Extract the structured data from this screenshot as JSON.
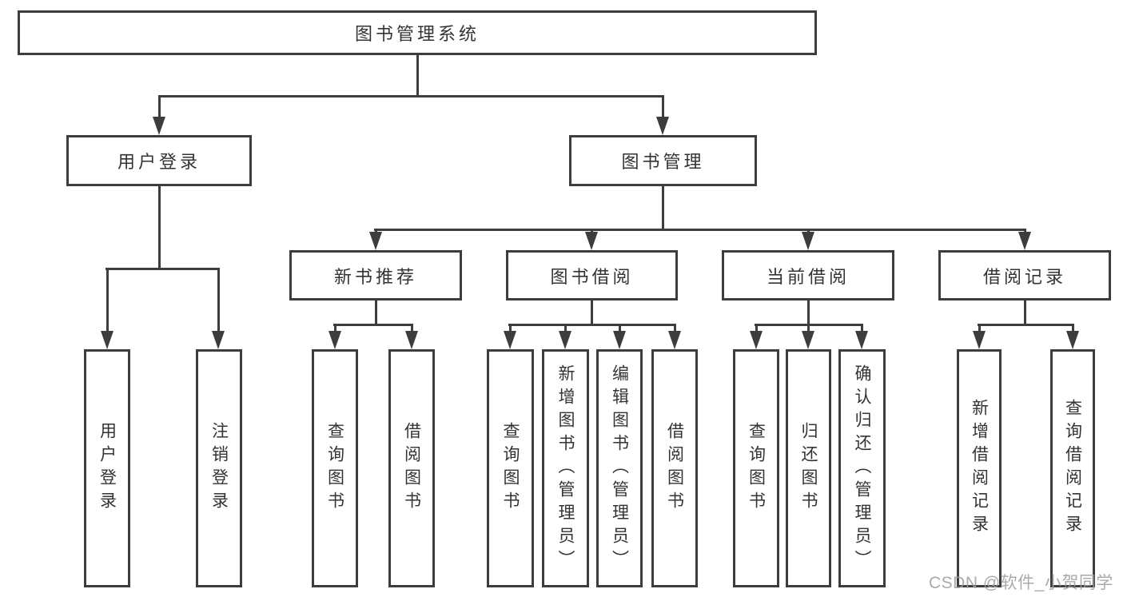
{
  "colors": {
    "line": "#3d3d3d",
    "text": "#333333",
    "watermark": "#9e9e9e",
    "background": "#ffffff"
  },
  "tree": {
    "root": {
      "label": "图书管理系统"
    },
    "branches": [
      {
        "label": "用户登录",
        "leaves": [
          {
            "label": "用户登录"
          },
          {
            "label": "注销登录"
          }
        ]
      },
      {
        "label": "图书管理",
        "groups": [
          {
            "label": "新书推荐",
            "leaves": [
              {
                "label": "查询图书"
              },
              {
                "label": "借阅图书"
              }
            ]
          },
          {
            "label": "图书借阅",
            "leaves": [
              {
                "label": "查询图书"
              },
              {
                "label": "新增图书（管理员）"
              },
              {
                "label": "编辑图书（管理员）"
              },
              {
                "label": "借阅图书"
              }
            ]
          },
          {
            "label": "当前借阅",
            "leaves": [
              {
                "label": "查询图书"
              },
              {
                "label": "归还图书"
              },
              {
                "label": "确认归还（管理员）"
              }
            ]
          },
          {
            "label": "借阅记录",
            "leaves": [
              {
                "label": "新增借阅记录"
              },
              {
                "label": "查询借阅记录"
              }
            ]
          }
        ]
      }
    ]
  },
  "watermark": "CSDN @软件_小贺同学"
}
